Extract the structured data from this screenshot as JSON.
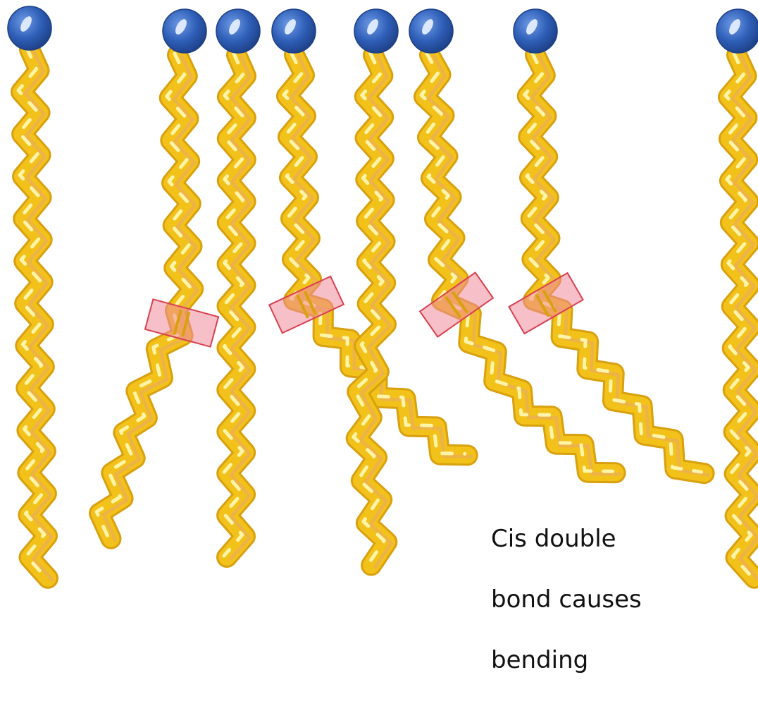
{
  "caption": {
    "lines": [
      "Cis double",
      "bond causes",
      "bending"
    ]
  },
  "molecules": [
    {
      "kind": "saturated"
    },
    {
      "kind": "unsaturated-cis"
    },
    {
      "kind": "saturated"
    },
    {
      "kind": "unsaturated-cis"
    },
    {
      "kind": "saturated"
    },
    {
      "kind": "unsaturated-cis"
    },
    {
      "kind": "unsaturated-cis"
    },
    {
      "kind": "saturated"
    }
  ],
  "colors": {
    "head": "#2f5fb8",
    "head_highlight": "#dce8ff",
    "tail": "#f2c21a",
    "tail_shadow": "#d9a00f",
    "tail_highlight": "#fff4a8",
    "tail_blush": "#e9a86e",
    "double_bond_fill": "#f08a9a",
    "double_bond_stroke": "#d84050",
    "caption_text": "#111111"
  },
  "icons": [
    "phospholipid-head-icon",
    "fatty-acid-tail-icon",
    "cis-double-bond-marker-icon"
  ]
}
